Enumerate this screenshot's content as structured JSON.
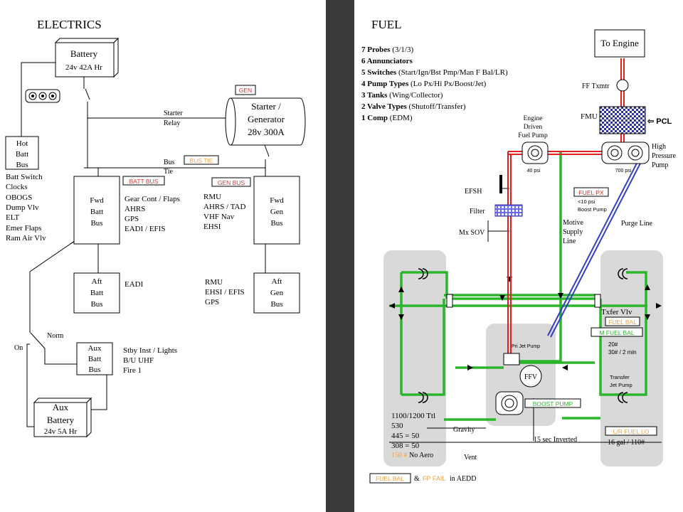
{
  "electrics": {
    "title": "ELECTRICS",
    "battery": {
      "name": "Battery",
      "spec": "24v 42A Hr"
    },
    "hot_batt_bus": [
      "Hot",
      "Batt",
      "Bus"
    ],
    "hot_batt_items": [
      "Batt Switch",
      "Clocks",
      "OBOGS",
      "Dump Vlv",
      "ELT",
      "Emer Flaps",
      "Ram Air Vlv"
    ],
    "gen_tag": "GEN",
    "starter_generator": [
      "Starter /",
      "Generator",
      "28v 300A"
    ],
    "starter_relay": [
      "Starter",
      "Relay"
    ],
    "bus_tie": [
      "Bus",
      "Tie"
    ],
    "bus_tie_tag": "BUS TIE",
    "batt_bus_tag": "BATT BUS",
    "gen_bus_tag": "GEN BUS",
    "fwd_batt_bus": [
      "Fwd",
      "Batt",
      "Bus"
    ],
    "fwd_gen_bus": [
      "Fwd",
      "Gen",
      "Bus"
    ],
    "fwd_batt_items": [
      "Gear Cont / Flaps",
      "AHRS",
      "GPS",
      "EADI / EFIS"
    ],
    "fwd_gen_items": [
      "RMU",
      "AHRS / TAD",
      "VHF Nav",
      "EHSI"
    ],
    "aft_batt_bus": [
      "Aft",
      "Batt",
      "Bus"
    ],
    "aft_gen_bus": [
      "Aft",
      "Gen",
      "Bus"
    ],
    "aft_batt_items": [
      "EADI"
    ],
    "aft_gen_items": [
      "RMU",
      "EHSI / EFIS",
      "GPS"
    ],
    "norm": "Norm",
    "on": "On",
    "aux_batt_bus": [
      "Aux",
      "Batt",
      "Bus"
    ],
    "aux_batt_items": [
      "Stby Inst / Lights",
      "B/U UHF",
      "Fire 1"
    ],
    "aux_battery": {
      "name": [
        "Aux",
        "Battery"
      ],
      "spec": "24v 5A Hr"
    }
  },
  "fuel": {
    "title": "FUEL",
    "summary": [
      {
        "bold": "7 Probes",
        "rest": " (3/1/3)"
      },
      {
        "bold": "6 Annunciators",
        "rest": ""
      },
      {
        "bold": "5 Switches",
        "rest": " (Start/Ign/Bst Pmp/Man F Bal/LR)"
      },
      {
        "bold": "4 Pump Types",
        "rest": " (Lo Px/Hi Px/Boost/Jet)"
      },
      {
        "bold": "3 Tanks",
        "rest": " (Wing/Collector)"
      },
      {
        "bold": "2 Valve Types",
        "rest": " (Shutoff/Transfer)"
      },
      {
        "bold": "1 Comp",
        "rest": " (EDM)"
      }
    ],
    "to_engine": "To Engine",
    "ff_txmtr": "FF Txmtr",
    "fmu": "FMU",
    "pcl": "⇦ PCL",
    "engine_driven_pump": [
      "Engine",
      "Driven",
      "Fuel Pump"
    ],
    "edp_psi": "40 psi",
    "high_pressure_pump": [
      "High",
      "Pressure",
      "Pump"
    ],
    "hpp_psi": "700 psi",
    "efsh": "EFSH",
    "filter": "Filter",
    "mx_sov": "Mx SOV",
    "fuel_px_tag": "FUEL PX",
    "fuel_px_note": [
      "<10 psi",
      "Boost Pump"
    ],
    "motive_supply_line": [
      "Motive",
      "Supply",
      "Line"
    ],
    "purge_line": "Purge Line",
    "txfer_vlv": "Txfer Vlv",
    "fuel_bal_tag": "FUEL BAL",
    "m_fuel_bal_tag": "M FUEL BAL",
    "m_fuel_bal_note": [
      "20#",
      "30# / 2 min"
    ],
    "pri_jet_pump": "Pri Jet Pump",
    "ffv": "FFV",
    "transfer_jet_pump": [
      "Transfer",
      "Jet Pump"
    ],
    "boost_pump_tag": "BOOST PUMP",
    "collector_values": [
      "1100/1200 Ttl",
      "530",
      "445 = 50",
      "308 = 50"
    ],
    "no_aero_value": "150 #",
    "no_aero_label": "No Aero",
    "gravity": "Gravity",
    "inverted": "15 sec Inverted",
    "lr_fuel_lo_tag": "L/R FUEL LO",
    "lr_note": "16 gal / 110#",
    "vent": "Vent",
    "aedd_tag": "FUEL BAL",
    "aedd_amp": "&",
    "aedd_fp_fail": "FP FAIL",
    "aedd_suffix": "in AEDD"
  },
  "colors": {
    "caution": "#f0a040",
    "warning": "#e03030",
    "green_line": "#2bb52b",
    "red_line": "#e02020",
    "blue_line": "#3040c0",
    "tank_fill": "#d9d9d9"
  }
}
